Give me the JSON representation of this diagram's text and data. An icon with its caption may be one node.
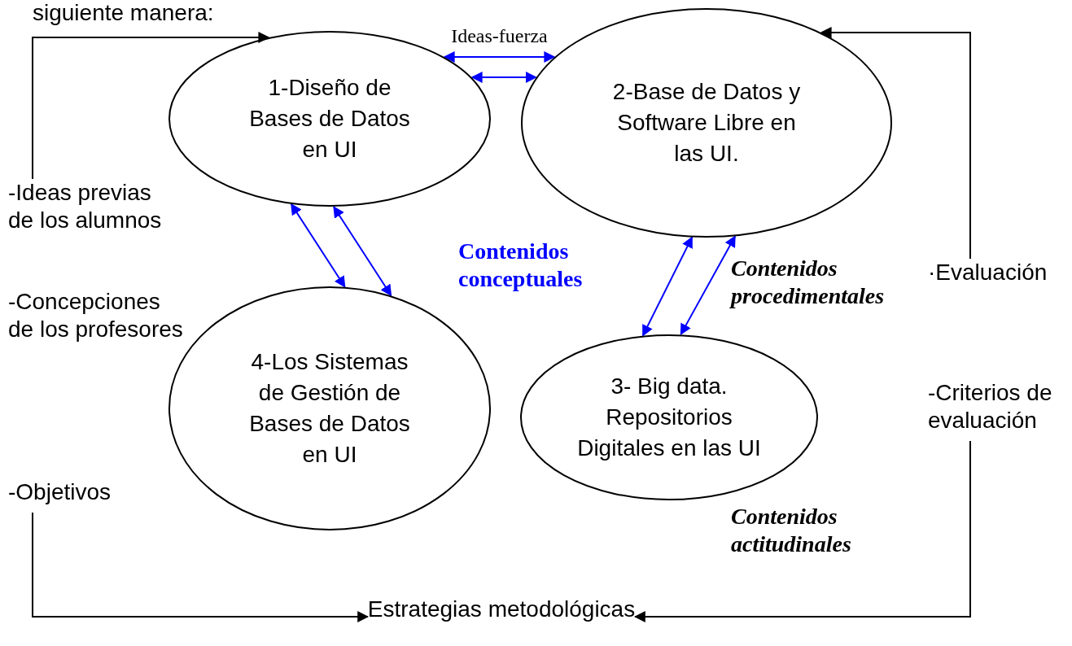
{
  "diagram": {
    "nodes": [
      {
        "text": [
          "1-Diseño de Bases de Datos en UI"
        ]
      },
      {
        "text": [
          "2-Base de Datos y Software Libre en las UI."
        ]
      },
      {
        "text": [
          "4-Los Sistemas de Gestión de Bases de Datos en UI"
        ]
      },
      {
        "text": [
          "3- Big data. Repositorios Digitales en las UI"
        ]
      },
      {
        "text": [
          "-Ideas previas de los alumnos"
        ]
      },
      {
        "text": [
          "·Evaluación"
        ]
      },
      {
        "text": [
          "-Objetivos"
        ]
      },
      {
        "text": [
          "-Criterios de evaluación"
        ]
      },
      {
        "text": [
          "Estrategias metodológicas"
        ]
      }
    ],
    "edges": [
      {
        "from": 0,
        "to": 1,
        "arrow": "both",
        "label": "Ideas-fuerza"
      },
      {
        "from": 0,
        "to": 1,
        "arrow": "both"
      },
      {
        "from": 0,
        "to": 2,
        "arrow": "both"
      },
      {
        "from": 0,
        "to": 2,
        "arrow": "both"
      },
      {
        "from": 1,
        "to": 3,
        "arrow": "both"
      },
      {
        "from": 1,
        "to": 3,
        "arrow": "both"
      },
      {
        "from": 4,
        "to": 0,
        "arrow": "to",
        "color": "#000000"
      },
      {
        "from": 5,
        "to": 1,
        "arrow": "to",
        "color": "#000000"
      },
      {
        "from": 6,
        "to": 8,
        "arrow": "to",
        "color": "#000000"
      },
      {
        "from": 7,
        "to": 8,
        "arrow": "to",
        "color": "#000000"
      }
    ],
    "labels": [
      "siguiente manera:",
      "-Concepciones de los profesores",
      "Contenidos conceptuales",
      "Contenidos procedimentales",
      "Contenidos actitudinales"
    ]
  }
}
